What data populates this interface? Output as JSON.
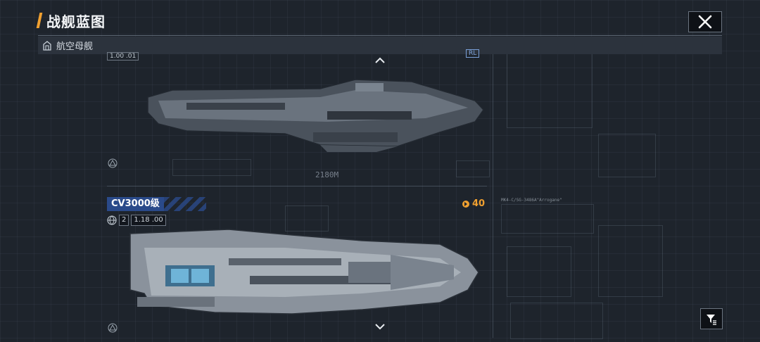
{
  "header": {
    "title": "战舰蓝图",
    "close_icon": "close-icon"
  },
  "category": {
    "label": "航空母舰",
    "icon": "hangar-icon"
  },
  "previous_ship": {
    "info": "1.00 .01",
    "tag": "RL",
    "blueprint_dimension": "2180M"
  },
  "current_ship": {
    "name": "CV3000级",
    "slot": "2",
    "version": "1.18 .00",
    "power": "40",
    "spec_text": "MK4-C/SG-3486A\"Arrogane\""
  },
  "accent_colors": {
    "title_accent": "#f0a030",
    "name_tag": "#2a4a8a",
    "power": "#f0a030"
  }
}
